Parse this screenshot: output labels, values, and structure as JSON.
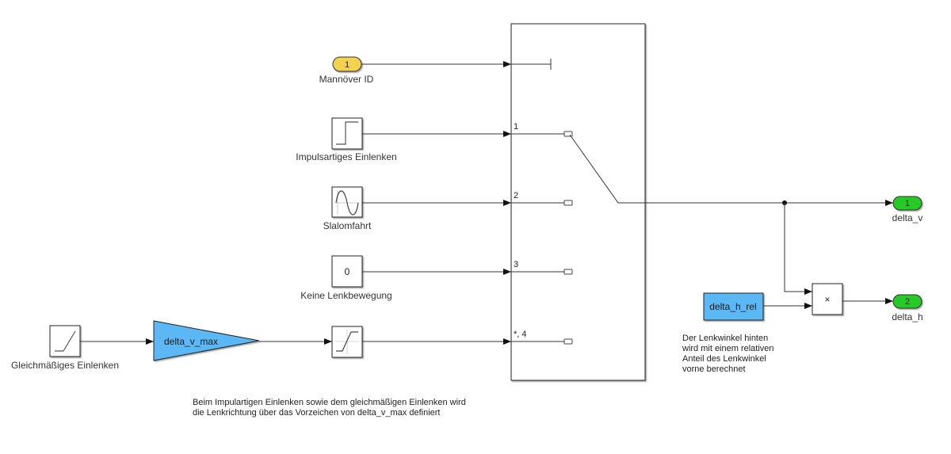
{
  "diagram": {
    "inport": {
      "number": "1",
      "label": "Mannöver ID",
      "color": "#F2D250"
    },
    "sources": [
      {
        "id": "step",
        "label": "Impulsartiges Einlenken",
        "icon": "step-icon"
      },
      {
        "id": "sine",
        "label": "Slalomfahrt",
        "icon": "sine-wave-icon"
      },
      {
        "id": "const",
        "label": "Keine Lenkbewegung",
        "value": "0"
      },
      {
        "id": "ramp",
        "label": "Gleichmäßiges Einlenken",
        "icon": "ramp-icon"
      }
    ],
    "gain": {
      "label": "delta_v_max",
      "color": "#5BB7F5"
    },
    "saturation": {
      "icon": "saturation-icon"
    },
    "switch": {
      "port_labels": [
        "1",
        "2",
        "3",
        "*, 4"
      ]
    },
    "const_rel": {
      "label": "delta_h_rel",
      "color": "#5BB7F5"
    },
    "product": {
      "symbol": "×"
    },
    "outports": [
      {
        "number": "1",
        "label": "delta_v",
        "color": "#26C926"
      },
      {
        "number": "2",
        "label": "delta_h",
        "color": "#26C926"
      }
    ],
    "annotations": {
      "bottom_note": "Beim Impulartigen Einlenken sowie dem gleichmäßigen Einlenken wird\ndie Lenkrichtung über das Vorzeichen von delta_v_max definiert",
      "right_note": "Der Lenkwinkel hinten\nwird mit einem relativen\nAnteil des Lenkwinkel\nvorne berechnet"
    }
  }
}
